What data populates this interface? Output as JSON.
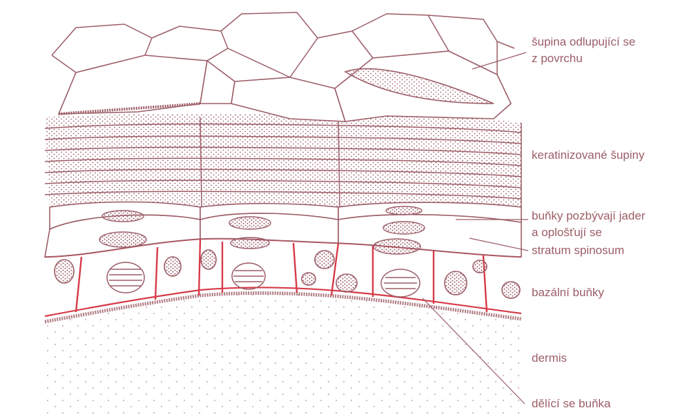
{
  "colors": {
    "outline": "#9c5d67",
    "label": "#9c5d67",
    "basal_wall": "#d63a48",
    "stipple": "#9c5d67",
    "dermis_dot": "#b08a90",
    "background": "#ffffff"
  },
  "labels": {
    "scale_line1": "šupina odlupující se",
    "scale_line2": "z povrchu",
    "keratinized": "keratinizované šupiny",
    "denucleating_line1": "buňky pozbývají jader",
    "denucleating_line2": "a oplošťují se",
    "spinosum": "stratum spinosum",
    "basal": "bazální buňky",
    "dermis": "dermis",
    "dividing": "dělící se buňka"
  }
}
